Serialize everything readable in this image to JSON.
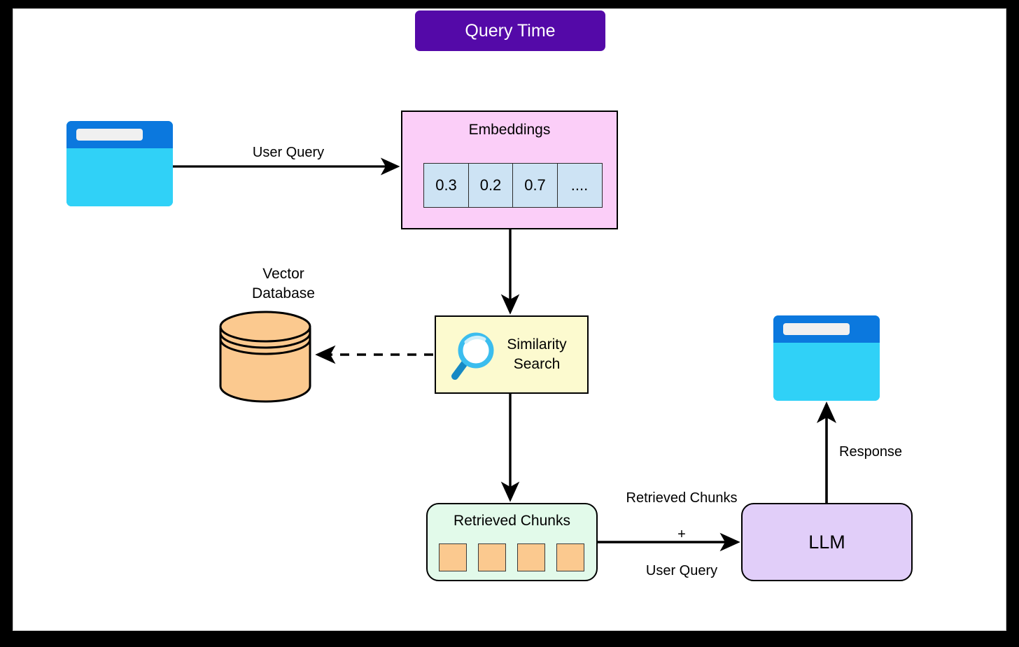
{
  "diagram": {
    "title": "Query Time",
    "title_color": "#5409A8",
    "canvas_background": "#ffffff",
    "frame_color": "#000000"
  },
  "nodes": {
    "user_window": {
      "name": "browser-window",
      "icon": "window-icon"
    },
    "embeddings": {
      "label": "Embeddings",
      "color": "#FBCEF8",
      "cells": [
        "0.3",
        "0.2",
        "0.7",
        "...."
      ],
      "cell_color": "#CDE3F4"
    },
    "vector_database": {
      "label": "Vector\nDatabase",
      "label_line1": "Vector",
      "label_line2": "Database",
      "color": "#FBC98F",
      "shape": "cylinder"
    },
    "similarity_search": {
      "label_line1": "Similarity",
      "label_line2": "Search",
      "color": "#FCFACF",
      "icon": "magnifier-icon"
    },
    "retrieved_chunks": {
      "label": "Retrieved Chunks",
      "color": "#E2FAEA",
      "chunk_count": 4,
      "chunk_color": "#FBC98F"
    },
    "llm": {
      "label": "LLM",
      "color": "#E1CEF9"
    },
    "response_window": {
      "name": "browser-window",
      "icon": "window-icon"
    }
  },
  "edges": {
    "user_query": {
      "label": "User Query",
      "style": "solid",
      "direction": "right"
    },
    "embeddings_to_search": {
      "label": "",
      "style": "solid",
      "direction": "down"
    },
    "search_to_db": {
      "label": "",
      "style": "dashed",
      "direction": "left"
    },
    "search_to_chunks": {
      "label": "",
      "style": "solid",
      "direction": "down"
    },
    "chunks_to_llm": {
      "label_line1": "Retrieved Chunks",
      "label_line2": "+",
      "label_line3": "User Query",
      "style": "solid",
      "direction": "right"
    },
    "llm_to_response": {
      "label": "Response",
      "style": "solid",
      "direction": "up"
    }
  }
}
